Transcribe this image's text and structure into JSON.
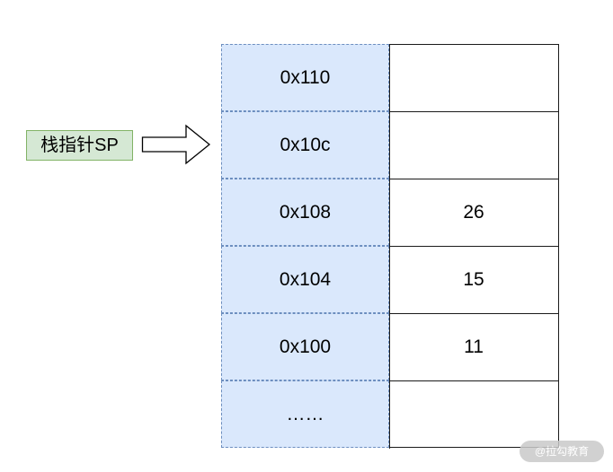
{
  "stack_pointer": {
    "label": "栈指针SP"
  },
  "memory": {
    "rows": [
      {
        "address": "0x110",
        "value": ""
      },
      {
        "address": "0x10c",
        "value": ""
      },
      {
        "address": "0x108",
        "value": "26"
      },
      {
        "address": "0x104",
        "value": "15"
      },
      {
        "address": "0x100",
        "value": "11"
      },
      {
        "address": "……",
        "value": ""
      }
    ]
  },
  "watermark": {
    "text": "@拉勾教育"
  },
  "colors": {
    "address_fill": "#dae8fc",
    "address_border": "#6c8ebf",
    "label_fill": "#d5e8d4",
    "label_border": "#82b366"
  }
}
